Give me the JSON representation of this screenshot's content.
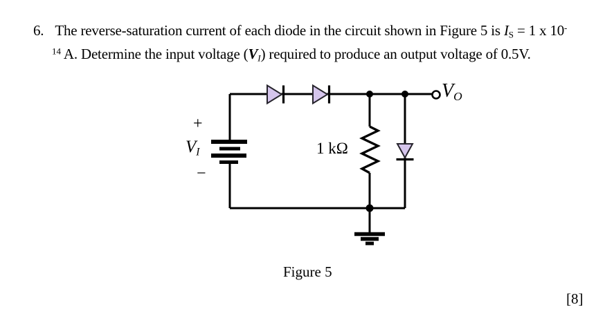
{
  "problem": {
    "number": "6.",
    "line1": {
      "body": "The reverse-saturation current of each diode in the circuit shown in Figure 5 is ",
      "symbol": "I",
      "symbol_sub": "S",
      "equation": " = 1 x 10",
      "exponent_start": "-"
    },
    "line2": {
      "exponent_end": "14",
      "body_start": " A. Determine the input voltage (",
      "symbol": "V",
      "symbol_sub": "I",
      "body_end": ") required to produce an output voltage of 0.5V."
    }
  },
  "circuit": {
    "source_plus": "+",
    "source_minus": "−",
    "source_label": "V",
    "source_label_sub": "I",
    "resistor_label": "1 kΩ",
    "output_label": "V",
    "output_label_sub": "O"
  },
  "caption": "Figure 5",
  "marks": "[8]",
  "colors": {
    "diode_fill": "#d5c5ec",
    "diode_stroke": "#26242c",
    "wire": "#000000",
    "background": "#ffffff"
  }
}
